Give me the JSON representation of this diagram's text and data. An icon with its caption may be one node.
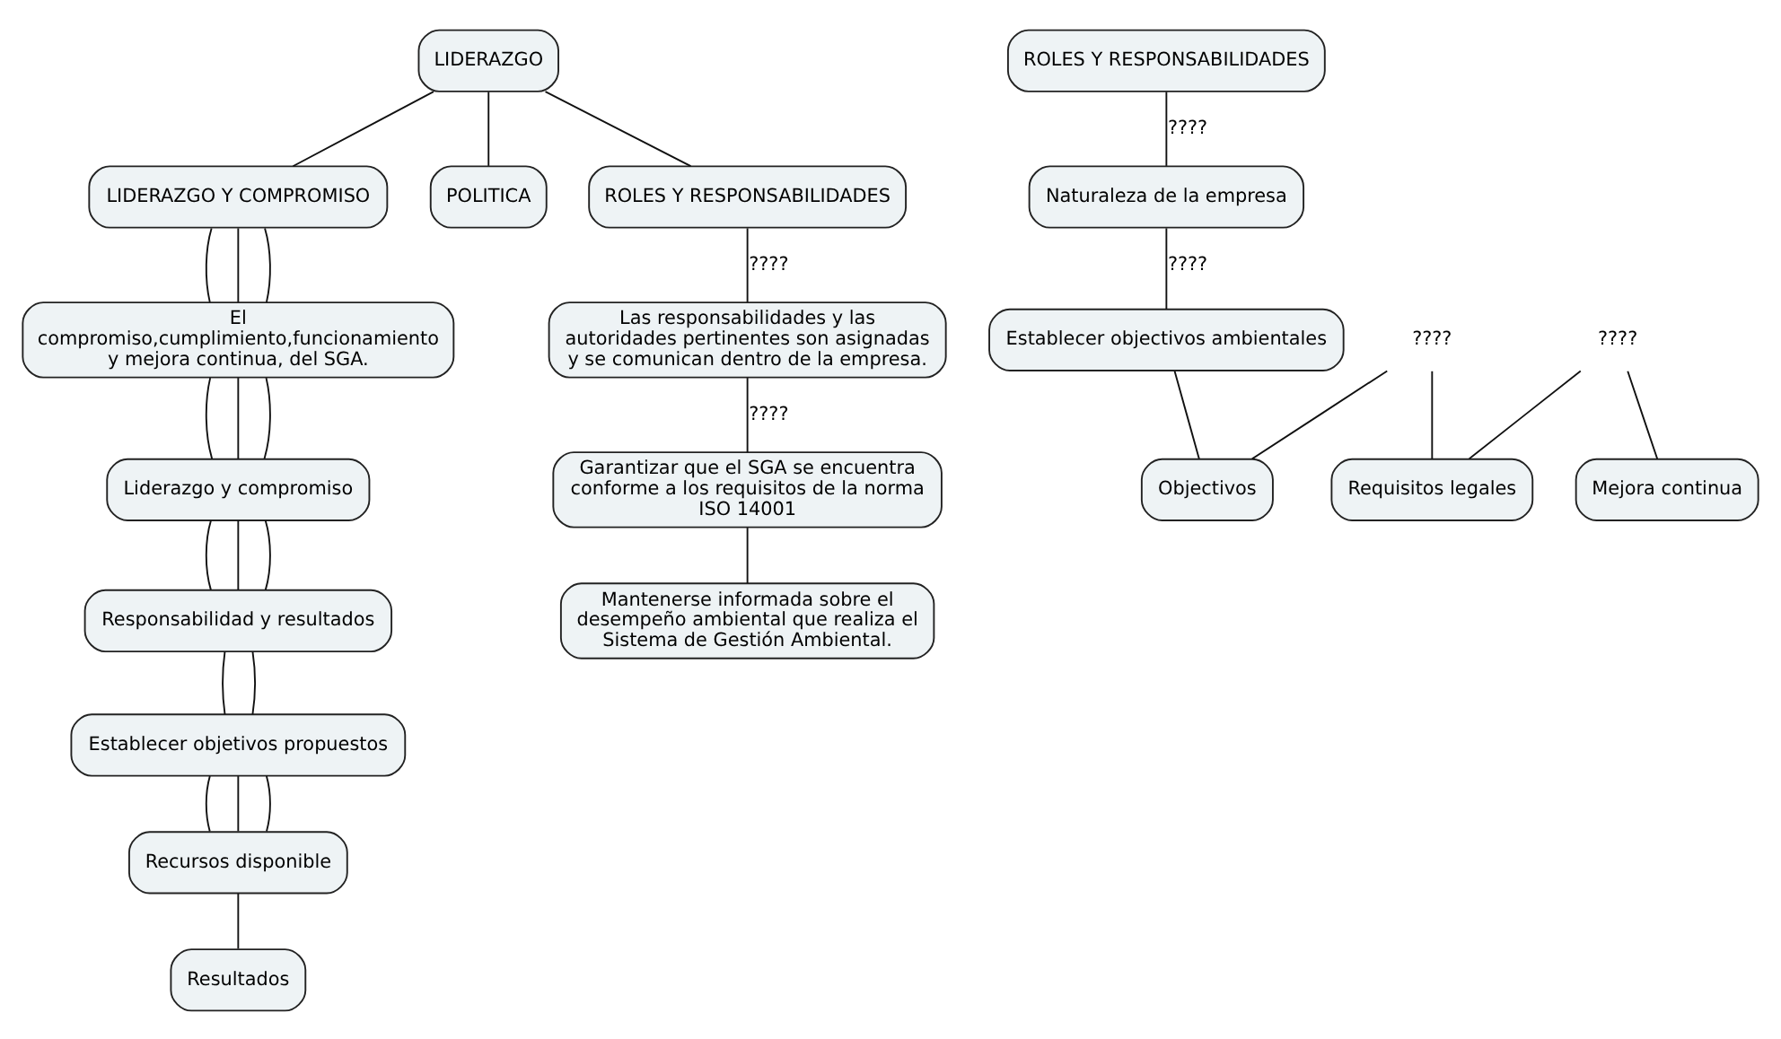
{
  "diagram": {
    "nodes": [
      {
        "text": [
          "LIDERAZGO"
        ]
      },
      {
        "text": [
          "LIDERAZGO Y COMPROMISO"
        ]
      },
      {
        "text": [
          "POLITICA"
        ]
      },
      {
        "text": [
          "ROLES Y RESPONSABILIDADES"
        ]
      },
      {
        "text": [
          "ROLES Y RESPONSABILIDADES"
        ]
      },
      {
        "text": [
          "El compromiso,cumplimiento,funcionamiento y mejora continua, del SGA."
        ]
      },
      {
        "text": [
          "Las responsabilidades y las autoridades pertinentes son asignadas y se comunican dentro de la empresa."
        ]
      },
      {
        "text": [
          "Garantizar que el SGA se encuentra conforme a los requisitos de la norma ISO 14001"
        ]
      },
      {
        "text": [
          "Naturaleza de la empresa"
        ]
      },
      {
        "text": [
          "Liderazgo y compromiso"
        ]
      },
      {
        "text": [
          "Mantenerse informada sobre el desempeño ambiental que realiza el Sistema de Gestión Ambiental."
        ]
      },
      {
        "text": [
          "Responsabilidad y resultados"
        ]
      },
      {
        "text": [
          "????"
        ]
      },
      {
        "text": [
          "Establecer objectivos ambientales"
        ]
      },
      {
        "text": [
          "Establecer objetivos propuestos"
        ]
      },
      {
        "text": [
          "????"
        ]
      },
      {
        "text": [
          "Objectivos"
        ]
      },
      {
        "text": [
          "Recursos disponible"
        ]
      },
      {
        "text": [
          "Requisitos legales"
        ]
      },
      {
        "text": [
          "Resultados"
        ]
      },
      {
        "text": [
          "Mejora continua"
        ]
      }
    ],
    "edges": [
      {
        "from": 0,
        "to": 1,
        "arrow": "none"
      },
      {
        "from": 0,
        "to": 2,
        "arrow": "none"
      },
      {
        "from": 0,
        "to": 3,
        "arrow": "none"
      },
      {
        "from": 3,
        "to": 6,
        "arrow": "none",
        "label": "????"
      },
      {
        "from": 6,
        "to": 7,
        "arrow": "none",
        "label": "????"
      },
      {
        "from": 7,
        "to": 10,
        "arrow": "none"
      },
      {
        "from": 4,
        "to": 8,
        "arrow": "none",
        "label": "????"
      },
      {
        "from": 8,
        "to": 13,
        "arrow": "none",
        "label": "????"
      },
      {
        "from": 13,
        "to": 16,
        "arrow": "none"
      },
      {
        "from": 12,
        "to": 16,
        "arrow": "none"
      },
      {
        "from": 12,
        "to": 18,
        "arrow": "none"
      },
      {
        "from": 15,
        "to": 18,
        "arrow": "none"
      },
      {
        "from": 15,
        "to": 20,
        "arrow": "none"
      },
      {
        "from": 1,
        "to": 5,
        "arrow": "none"
      },
      {
        "from": 1,
        "to": 5,
        "arrow": "none"
      },
      {
        "from": 1,
        "to": 5,
        "arrow": "none"
      },
      {
        "from": 5,
        "to": 9,
        "arrow": "none"
      },
      {
        "from": 5,
        "to": 9,
        "arrow": "none"
      },
      {
        "from": 5,
        "to": 9,
        "arrow": "none"
      },
      {
        "from": 9,
        "to": 11,
        "arrow": "none"
      },
      {
        "from": 9,
        "to": 11,
        "arrow": "none"
      },
      {
        "from": 9,
        "to": 11,
        "arrow": "none"
      },
      {
        "from": 11,
        "to": 14,
        "arrow": "none"
      },
      {
        "from": 11,
        "to": 14,
        "arrow": "none"
      },
      {
        "from": 14,
        "to": 17,
        "arrow": "none"
      },
      {
        "from": 14,
        "to": 17,
        "arrow": "none"
      },
      {
        "from": 14,
        "to": 17,
        "arrow": "none"
      },
      {
        "from": 17,
        "to": 19,
        "arrow": "none"
      }
    ]
  }
}
